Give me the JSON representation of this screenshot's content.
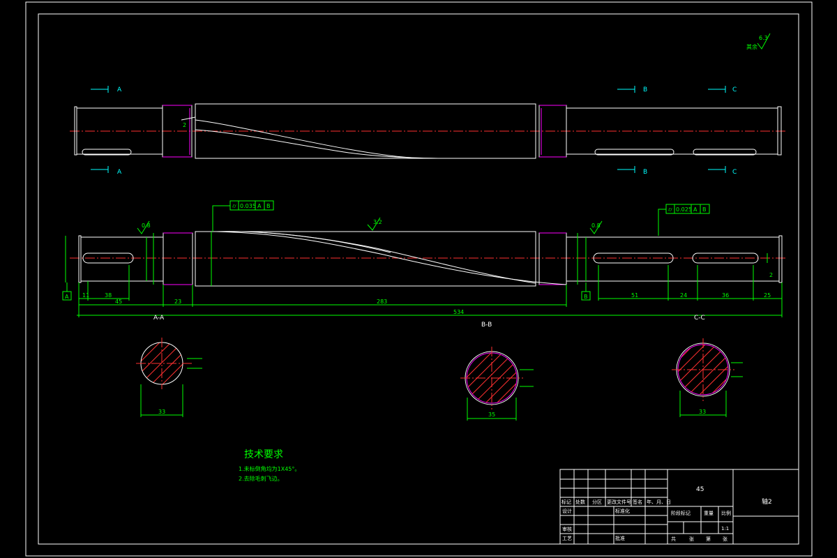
{
  "section_labels": {
    "a": "A",
    "b": "B",
    "c": "C",
    "aa": "A-A",
    "bb": "B-B",
    "cc": "C-C"
  },
  "roughness": {
    "corner_value": "6.3",
    "corner_label": "其余",
    "mid_value": "3.2",
    "left_value": "0.8",
    "right_value": "0.8"
  },
  "tolerances": {
    "left_frame": [
      "⌭",
      "0.035",
      "A",
      "B"
    ],
    "right_frame": [
      "⌭",
      "0.025",
      "A",
      "B"
    ]
  },
  "datums": {
    "a": "A",
    "b": "B"
  },
  "dimensions": {
    "d11": "11",
    "d38": "38",
    "d45": "45",
    "d23": "23",
    "d283": "283",
    "d534": "534",
    "d51": "51",
    "d24": "24",
    "d36": "36",
    "d25": "25",
    "d2": "2",
    "dA": "33",
    "dB": "35",
    "dC": "33"
  },
  "notes": {
    "title": "技术要求",
    "lines": [
      "1.未标倒角均为1X45°。",
      "2.去除毛刺飞边。"
    ]
  },
  "title_block": {
    "material": "45",
    "part_name": "轴2",
    "header_row": [
      "标记",
      "处数",
      "分区",
      "更改文件号",
      "签名",
      "年、月、日"
    ],
    "design": "设计",
    "standardize": "标准化",
    "review": "审核",
    "process": "工艺",
    "approve": "批准",
    "stage_mark": "阶段标记",
    "weight": "重量",
    "scale": "比例",
    "scale_value": "1:1",
    "sheets": [
      "共",
      "张",
      "第",
      "张"
    ]
  }
}
